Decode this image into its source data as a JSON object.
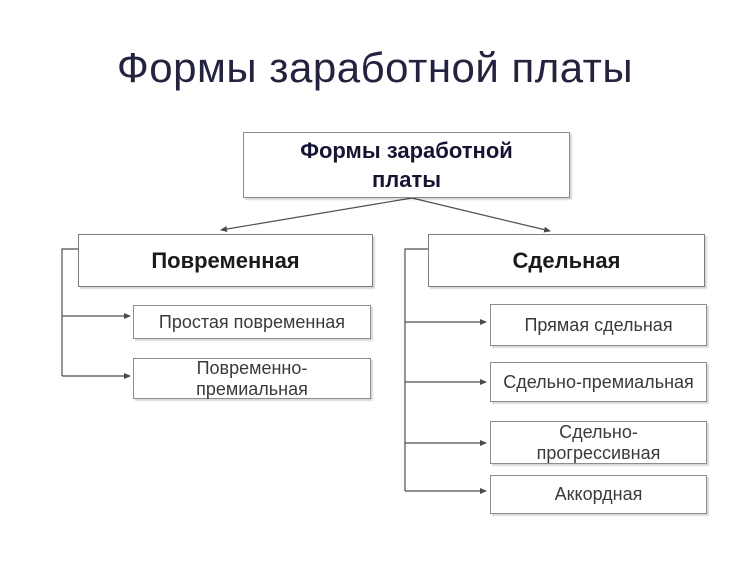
{
  "page": {
    "title": "Формы заработной платы",
    "background_color": "#ffffff",
    "title_color": "#23233f",
    "line_color": "#4f4f4f",
    "box_border_color": "#8d8d8d"
  },
  "diagram": {
    "root": {
      "label": "Формы заработной\nплаты"
    },
    "branches": [
      {
        "label": "Повременная",
        "children": [
          {
            "label": "Простая повременная"
          },
          {
            "label": "Повременно-\nпремиальная"
          }
        ]
      },
      {
        "label": "Сдельная",
        "children": [
          {
            "label": "Прямая сдельная"
          },
          {
            "label": "Сдельно-премиальная"
          },
          {
            "label": "Сдельно-\nпрогрессивная"
          },
          {
            "label": "Аккордная"
          }
        ]
      }
    ]
  }
}
